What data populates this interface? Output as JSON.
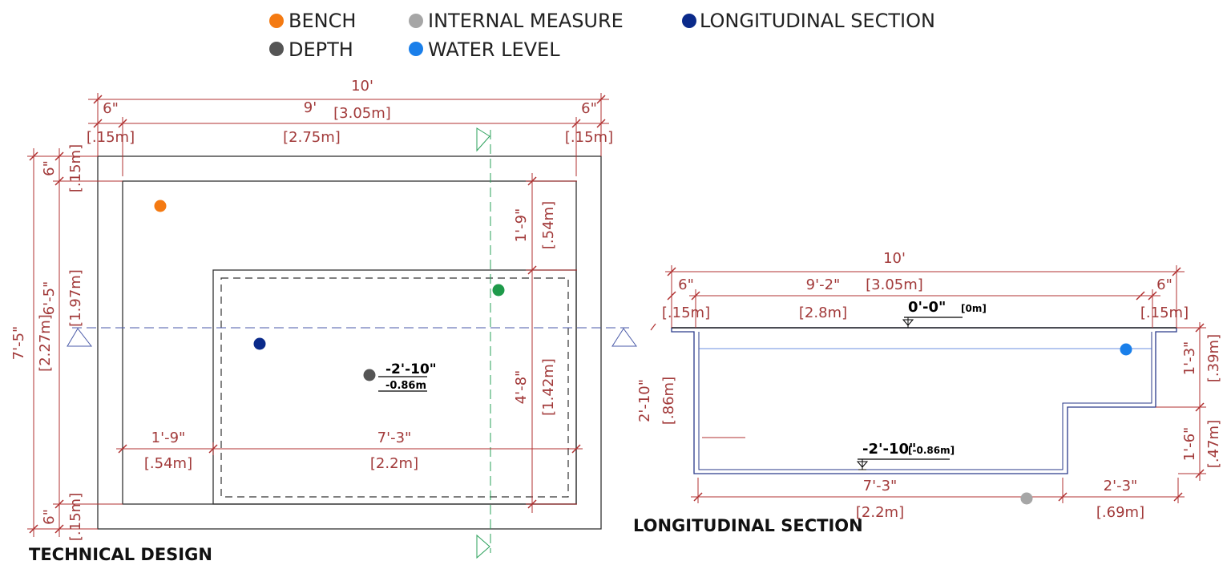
{
  "legend": {
    "bench": {
      "label": "BENCH",
      "color": "#f47a12"
    },
    "internal": {
      "label": "INTERNAL MEASURE",
      "color": "#a6a6a6"
    },
    "longitudinal": {
      "label": "LONGITUDINAL SECTION",
      "color": "#0a2a8a"
    },
    "depth": {
      "label": "DEPTH",
      "color": "#555555"
    },
    "water": {
      "label": "WATER LEVEL",
      "color": "#1a7fea"
    }
  },
  "plan": {
    "title": "TECHNICAL DESIGN",
    "top": {
      "total_ft": "10'",
      "total_m": "[3.05m]",
      "inner_ft": "9'",
      "inner_m": "[2.75m]",
      "left_ft": "6\"",
      "left_m": "[.15m]",
      "right_ft": "6\"",
      "right_m": "[.15m]"
    },
    "left": {
      "total_ft": "7'-5\"",
      "total_m": "[2.27m]",
      "mid_ft": "6'-5\"",
      "mid_m": "[1.97m]",
      "top_ft": "6\"",
      "top_m": "[.15m]",
      "bot_ft": "6\"",
      "bot_m": "[.15m]"
    },
    "right": {
      "upper_ft": "1'-9\"",
      "upper_m": "[.54m]",
      "lower_ft": "4'-8\"",
      "lower_m": "[1.42m]"
    },
    "inner": {
      "a_ft": "1'-9\"",
      "a_m": "[.54m]",
      "b_ft": "7'-3\"",
      "b_m": "[2.2m]"
    },
    "depth": {
      "ft": "-2'-10\"",
      "m": "-0.86m"
    }
  },
  "section": {
    "title": "LONGITUDINAL SECTION",
    "top": {
      "total_ft": "10'",
      "total_m": "[3.05m]",
      "inner_ft": "9'-2\"",
      "inner_m": "[2.8m]",
      "left_ft": "6\"",
      "left_m": "[.15m]",
      "right_ft": "6\"",
      "right_m": "[.15m]"
    },
    "level_top": {
      "ft": "0'-0\"",
      "m": "[0m]"
    },
    "level_bottom": {
      "ft": "-2'-10\"",
      "m": "[-0.86m]"
    },
    "left": {
      "ft": "2'-10\"",
      "m": "[.86m]"
    },
    "right": {
      "upper_ft": "1'-3\"",
      "upper_m": "[.39m]",
      "lower_ft": "1'-6\"",
      "lower_m": "[.47m]"
    },
    "bottom": {
      "a_ft": "7'-3\"",
      "a_m": "[2.2m]",
      "b_ft": "2'-3\"",
      "b_m": "[.69m]"
    }
  }
}
